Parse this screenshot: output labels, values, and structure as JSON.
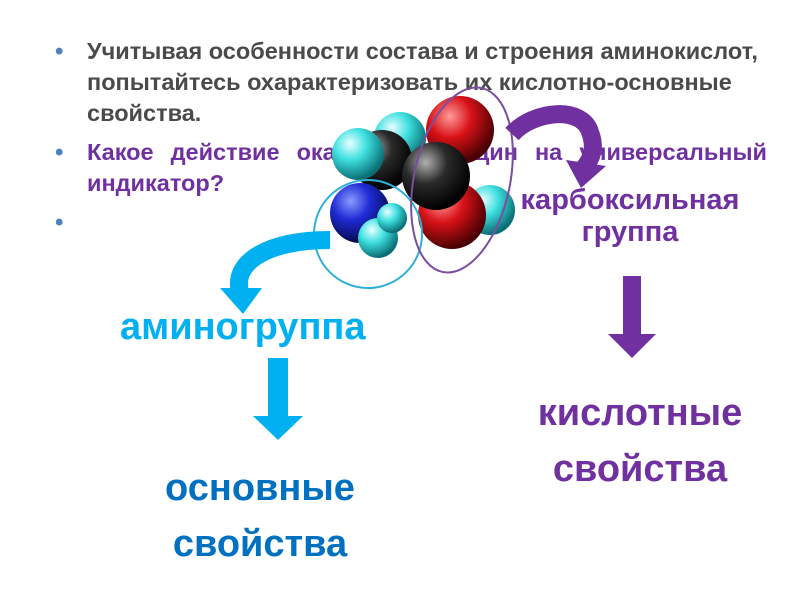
{
  "bullets": [
    {
      "text": "Учитывая особенности состава и строения аминокислот, попытайтесь охарактеризовать их кислотно-основные свойства."
    },
    {
      "text": "Какое действие оказывает глицин на универсальный индикатор?"
    },
    {
      "text": ""
    }
  ],
  "labels": {
    "amino_group": "аминогруппа",
    "basic_properties": "основные свойства",
    "carboxyl_group": "карбоксильная группа",
    "acidic_properties": "кислотные свойства"
  },
  "colors": {
    "bullet_dot": "#4f81bd",
    "amino": "#00b0f0",
    "basic": "#0070c0",
    "acid": "#7030a0",
    "nitrogen": "#1f2bd6",
    "oxygen": "#d81218",
    "carbon": "#2a2a2a",
    "hydrogen": "#3fe0e0"
  },
  "icons": [
    "bullet-icon",
    "curved-arrow-icon",
    "down-arrow-icon",
    "glycine-molecule-image"
  ]
}
